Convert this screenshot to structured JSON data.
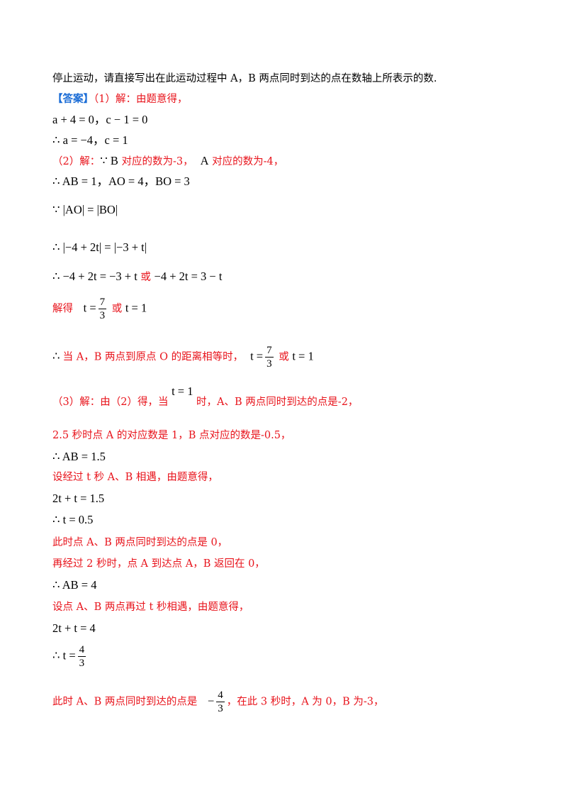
{
  "l01": "停止运动，请直接写出在此运动过程中 A，B 两点同时到达的点在数轴上所表示的数.",
  "l02": {
    "tag": "【答案】",
    "text": "（1）解：由题意得，"
  },
  "l03": "a + 4 = 0，c − 1 = 0",
  "l04": "∴ a = −4，c = 1",
  "l05": {
    "pre": "（2）解：",
    "b": "∵ B",
    "mid": " 对应的数为-3，",
    "a": "A",
    "post": " 对应的数为-4，"
  },
  "l06": "∴ AB = 1，AO = 4，BO = 3",
  "l07": "∵ |AO| = |BO|",
  "l08": "∴ |−4 + 2t| = |−3 + t|",
  "l09": {
    "a": "∴ −4 + 2t = −3 + t",
    "or": " 或 ",
    "b": "−4 + 2t = 3 − t"
  },
  "l10": {
    "pre": "解得 ",
    "lhs": "t =",
    "num": "7",
    "den": "3",
    "or": " 或 ",
    "rhs": "t = 1"
  },
  "l11": {
    "pre": "∴ ",
    "text": " 当 A，B 两点到原点 O 的距离相等时，",
    "lhs": "t =",
    "num": "7",
    "den": "3",
    "or": " 或 ",
    "rhs": "t = 1"
  },
  "l12": {
    "pre": "（3）解：由（2）得，当 ",
    "eq": "t = 1",
    "post": " 时，A、B 两点同时到达的点是-2，"
  },
  "l13": "2.5 秒时点 A 的对应数是 1，B 点对应的数是-0.5，",
  "l14": "∴ AB = 1.5",
  "l15": "设经过 t 秒 A、B 相遇，由题意得，",
  "l16": "2t + t = 1.5",
  "l17": "∴ t = 0.5",
  "l18": "此时点 A、B 两点同时到达的点是 0，",
  "l19": "再经过 2 秒时，点 A 到达点 A，B 返回在 0，",
  "l20": "∴ AB = 4",
  "l21": "设点 A、B 两点再过 t 秒相遇，由题意得，",
  "l22": "2t + t = 4",
  "l23": {
    "lhs": "∴ t =",
    "num": "4",
    "den": "3"
  },
  "l24": {
    "pre": "此时 A、B 两点同时到达的点是 ",
    "sign": "−",
    "num": "4",
    "den": "3",
    "post": "，在此 3 秒时，A 为 0，B 为-3，"
  }
}
